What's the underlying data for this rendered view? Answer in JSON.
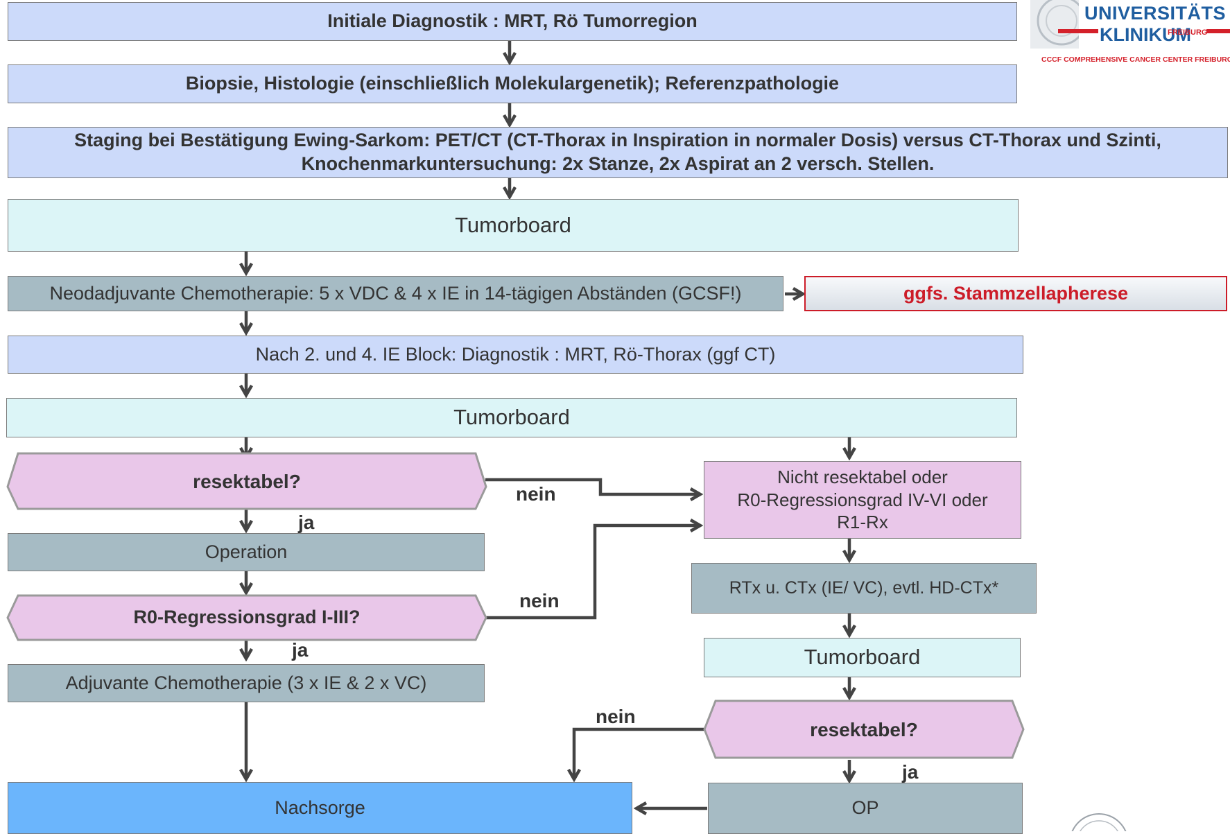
{
  "logo": {
    "line1": "UNIVERSITÄTS",
    "line2": "KLINIKUM",
    "line3": "FREIBURG",
    "line4": "CCCF COMPREHENSIVE CANCER CENTER FREIBURG"
  },
  "nodes": {
    "n1": "Initiale Diagnostik : MRT, Rö Tumorregion",
    "n2": "Biopsie, Histologie (einschließlich Molekulargenetik); Referenzpathologie",
    "n3_line1": "Staging bei Bestätigung Ewing-Sarkom: PET/CT (CT-Thorax in Inspiration in normaler Dosis) versus CT-Thorax und Szinti,",
    "n3_line2": "Knochenmarkuntersuchung: 2x Stanze, 2x Aspirat an 2 versch. Stellen.",
    "n4": "Tumorboard",
    "n5": "Neodadjuvante Chemotherapie: 5 x VDC & 4 x IE in 14-tägigen Abständen (GCSF!)",
    "n5b": "ggfs. Stammzellapherese",
    "n6": "Nach 2. und 4. IE Block: Diagnostik : MRT, Rö-Thorax (ggf CT)",
    "n7": "Tumorboard",
    "n8": "resektabel?",
    "n9": "Operation",
    "n10": "R0-Regressionsgrad I-III?",
    "n11": "Adjuvante Chemotherapie (3 x IE & 2 x VC)",
    "n12_line1": "Nicht resektabel oder",
    "n12_line2": "R0-Regressionsgrad IV-VI oder",
    "n12_line3": "R1-Rx",
    "n13": "RTx  u. CTx (IE/ VC), evtl. HD-CTx*",
    "n14": "Tumorboard",
    "n15": "resektabel?",
    "n16": "Nachsorge",
    "n17": "OP"
  },
  "labels": {
    "nein1": "nein",
    "ja1": "ja",
    "nein2": "nein",
    "ja2": "ja",
    "nein3": "nein",
    "ja3": "ja"
  },
  "colors": {
    "blue_box": "#ccdafa",
    "cyan_box": "#dcf5f7",
    "grey_box": "#a6bbc4",
    "pink_decision": "#e9c7e9",
    "followup_box": "#6bb5fc",
    "apherese_text": "#cc1c28",
    "arrow": "#444444"
  }
}
